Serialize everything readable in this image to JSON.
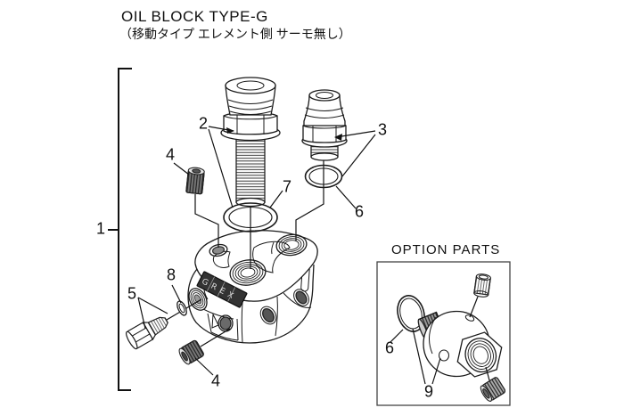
{
  "title": {
    "line1": "OIL BLOCK TYPE-G",
    "line2": "（移動タイプ エレメント側 サーモ無し）"
  },
  "option": {
    "heading": "OPTION PARTS"
  },
  "block": {
    "logo": "GREX"
  },
  "part_labels": {
    "n1": "1",
    "n2": "2",
    "n3": "3",
    "n4_top": "4",
    "n4_bottom": "4",
    "n5": "5",
    "n6": "6",
    "n6_option": "6",
    "n7": "7",
    "n8": "8",
    "n9": "9"
  },
  "colors": {
    "ink": "#1a1a1a",
    "shade_dark": "#777777",
    "paper": "#ffffff"
  }
}
